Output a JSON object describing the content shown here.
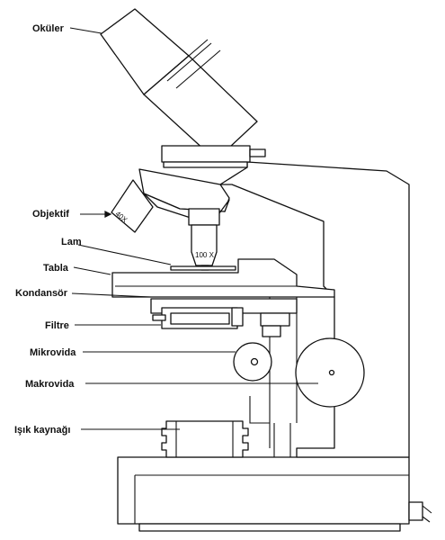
{
  "labels": {
    "okuler": "Oküler",
    "objektif": "Objektif",
    "lam": "Lam",
    "tabla": "Tabla",
    "kondansor": "Kondansör",
    "filtre": "Filtre",
    "mikrovida": "Mikrovida",
    "makrovida": "Makrovida",
    "isik_kaynagi": "Işık kaynağı"
  },
  "lens_marks": {
    "objective_40": "40X",
    "objective_100": "100 X"
  }
}
